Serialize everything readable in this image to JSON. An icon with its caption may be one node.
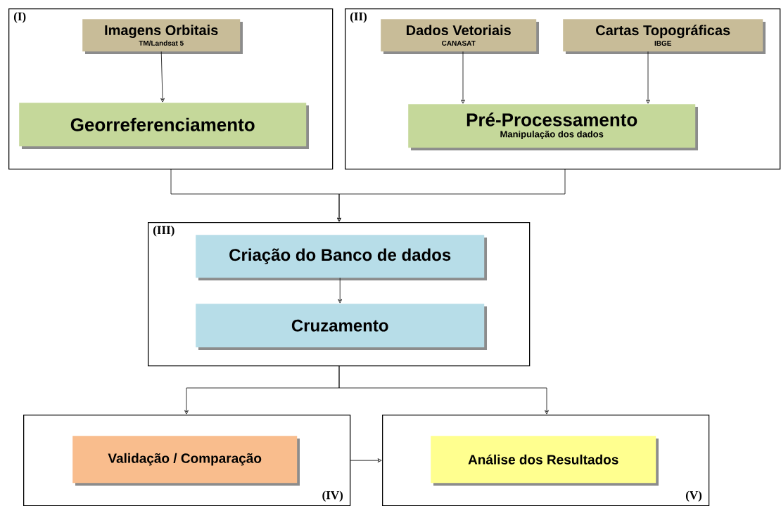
{
  "diagram": {
    "nodes": [
      {
        "text": [
          "(I)"
        ]
      },
      {
        "text": [
          "Imagens Orbitais",
          "TM/Landsat 5"
        ],
        "in": 0
      },
      {
        "text": [
          "Georreferenciamento"
        ],
        "in": 0
      },
      {
        "text": [
          "(II)"
        ]
      },
      {
        "text": [
          "Dados Vetoriais",
          "CANASAT"
        ],
        "in": 3
      },
      {
        "text": [
          "Cartas Topográficas",
          "IBGE"
        ],
        "in": 3
      },
      {
        "text": [
          "Pré-Processamento",
          "Manipulação dos dados"
        ],
        "in": 3
      },
      {
        "text": [
          "(III)"
        ]
      },
      {
        "text": [
          "Criação do Banco de dados"
        ],
        "in": 7
      },
      {
        "text": [
          "Cruzamento"
        ],
        "in": 7
      },
      {
        "text": [
          "(IV)"
        ]
      },
      {
        "text": [
          "Validação / Comparação"
        ],
        "in": 10
      },
      {
        "text": [
          "(V)"
        ]
      },
      {
        "text": [
          "Análise dos Resultados"
        ],
        "in": 12
      }
    ],
    "edges": [
      {
        "from": 1,
        "to": 2,
        "arrow": "to"
      },
      {
        "from": 4,
        "to": 6,
        "arrow": "to"
      },
      {
        "from": 5,
        "to": 6,
        "arrow": "to"
      },
      {
        "from": 0,
        "to": 7,
        "arrow": "to"
      },
      {
        "from": 3,
        "to": 7,
        "arrow": "to"
      },
      {
        "from": 8,
        "to": 9,
        "arrow": "to"
      },
      {
        "from": 7,
        "to": 10,
        "arrow": "to"
      },
      {
        "from": 7,
        "to": 12,
        "arrow": "to"
      },
      {
        "from": 10,
        "to": 12,
        "arrow": "to"
      }
    ]
  }
}
